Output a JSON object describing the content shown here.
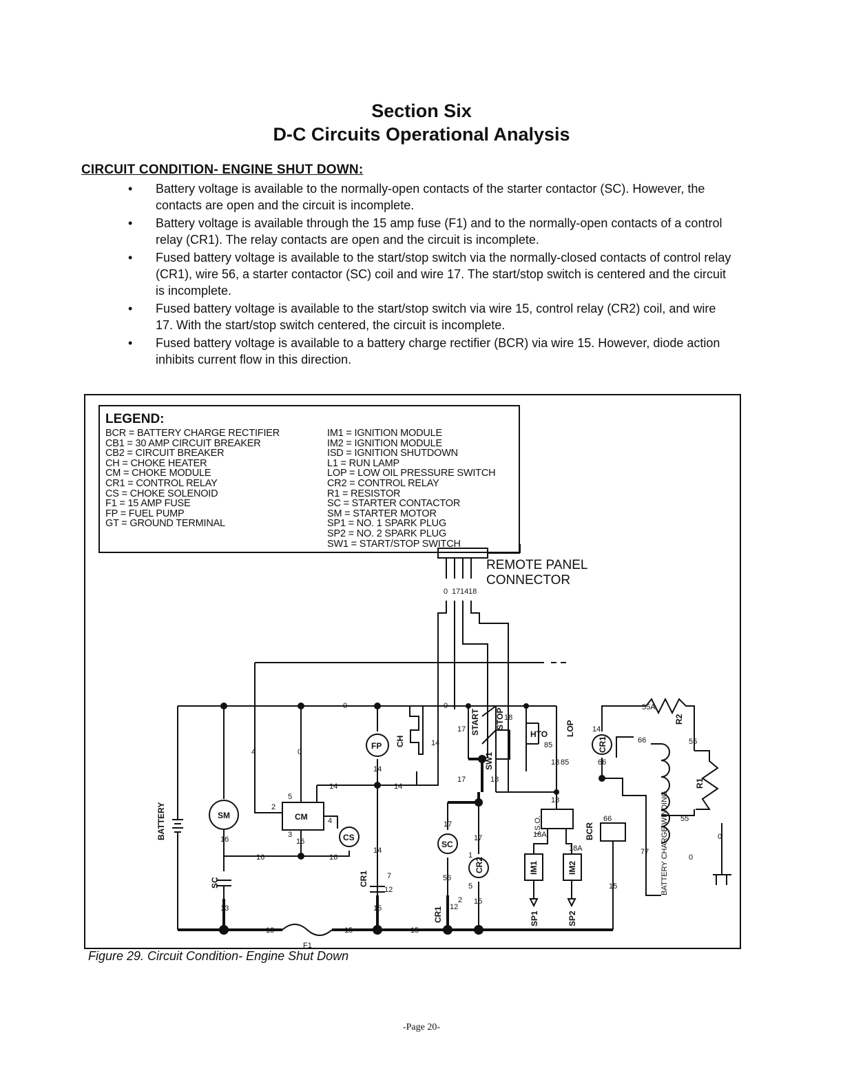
{
  "section_title": "Section Six",
  "section_subtitle": "D-C Circuits Operational Analysis",
  "heading": "CIRCUIT CONDITION- ENGINE SHUT DOWN:",
  "bullets": [
    "Battery voltage is available to the normally-open contacts of the starter contactor (SC). However, the contacts are open and the circuit is incomplete.",
    "Battery voltage is available through the 15 amp fuse (F1) and to the normally-open contacts of a control relay (CR1). The relay contacts are open and the circuit is incomplete.",
    "Fused battery voltage is available to the start/stop switch via the normally-closed contacts of control relay (CR1), wire 56, a starter contactor (SC) coil and wire 17. The start/stop switch is centered and the circuit is incomplete.",
    "Fused battery voltage is available to the start/stop switch via wire 15, control relay (CR2) coil, and wire 17. With the start/stop switch centered, the circuit is incomplete.",
    "Fused battery voltage is available to a battery charge rectifier (BCR) via wire 15. However, diode action inhibits current flow in this direction."
  ],
  "legend": {
    "title": "LEGEND:",
    "left": [
      "BCR = BATTERY CHARGE RECTIFIER",
      "CB1 = 30 AMP CIRCUIT BREAKER",
      "CB2 = CIRCUIT BREAKER",
      "CH = CHOKE HEATER",
      "CM = CHOKE MODULE",
      "CR1 = CONTROL RELAY",
      "CS = CHOKE SOLENOID",
      "F1 = 15 AMP FUSE",
      "FP = FUEL PUMP",
      "GT = GROUND TERMINAL"
    ],
    "right": [
      "IM1 = IGNITION MODULE",
      "IM2 = IGNITION MODULE",
      "ISD = IGNITION SHUTDOWN",
      "L1 = RUN LAMP",
      "LOP = LOW OIL PRESSURE SWITCH",
      "CR2 = CONTROL RELAY",
      "R1 = RESISTOR",
      "SC = STARTER CONTACTOR",
      "SM = STARTER MOTOR",
      "SP1 = NO. 1 SPARK PLUG",
      "SP2 = NO. 2 SPARK PLUG",
      "SW1 = START/STOP SWITCH"
    ]
  },
  "remote_panel": {
    "line1": "REMOTE PANEL",
    "line2": "CONNECTOR"
  },
  "components": {
    "battery": "BATTERY",
    "sm": "SM",
    "cm": "CM",
    "cs": "CS",
    "fp": "FP",
    "ch": "CH",
    "sc": "SC",
    "cr1": "CR1",
    "cr2": "CR2",
    "start": "START",
    "stop": "STOP",
    "sw1": "SW1",
    "hto": "HTO",
    "lop": "LOP",
    "isd": "I.S.O.",
    "im1": "IM1",
    "im2": "IM2",
    "sp1": "SP1",
    "sp2": "SP2",
    "bcr": "BCR",
    "r1": "R1",
    "r2": "R2",
    "winding": "BATTERY CHARGE WINDING",
    "f1": "F1"
  },
  "wire_numbers": {
    "w0": "0",
    "w4": "4",
    "w14": "14",
    "w15": "15",
    "w16": "16",
    "w17": "17",
    "w18": "18",
    "w13": "13",
    "w56": "56",
    "w55": "55",
    "w66": "66",
    "w77": "77",
    "w85": "85",
    "w1": "1",
    "w2": "2",
    "w3": "3",
    "w5": "5",
    "w7": "7",
    "w12": "12",
    "w55a": "55A",
    "w18a": "18A"
  },
  "caption": "Figure 29. Circuit Condition- Engine Shut Down",
  "page_number": "-Page 20-"
}
